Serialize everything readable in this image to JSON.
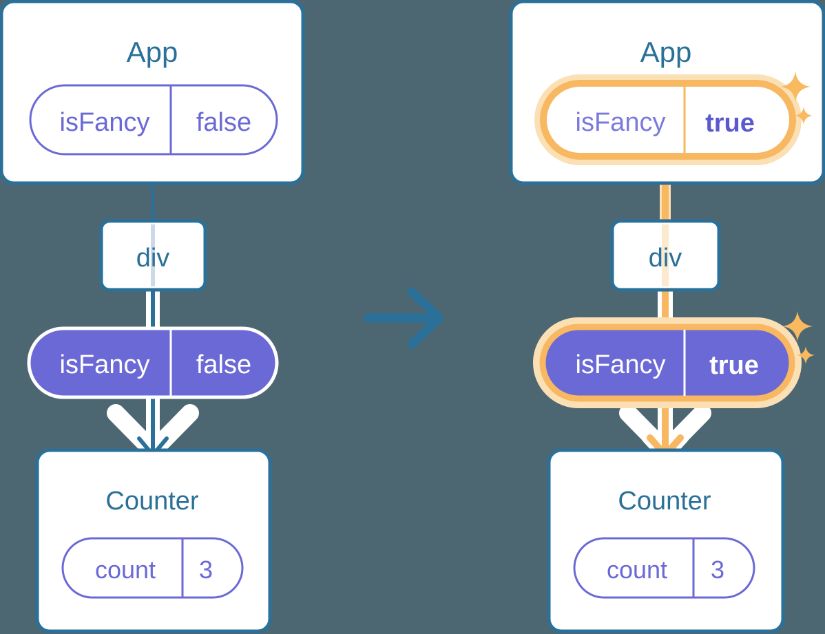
{
  "diagram": {
    "type": "react-state-propagation",
    "background_color": "#4d6772",
    "transition_arrow": "arrow-right-icon",
    "colors": {
      "box_border_blue": "#2b7099",
      "title_blue": "#2b7099",
      "pill_purple": "#6b69d6",
      "pill_stroke_purple": "#6b69d6",
      "highlight_orange": "#f8b862",
      "highlight_glow": "#fbe0b6",
      "white": "#ffffff",
      "sparkle": "#f9b95e"
    },
    "panels": [
      {
        "id": "before",
        "name": "before-state",
        "app": {
          "title": "App",
          "prop": {
            "name": "isFancy",
            "value": "false",
            "highlighted": false,
            "filled": false
          }
        },
        "div": {
          "label": "div"
        },
        "passed_prop": {
          "name": "isFancy",
          "value": "false",
          "highlighted": false,
          "filled": true
        },
        "counter": {
          "title": "Counter",
          "state": {
            "name": "count",
            "value": "3",
            "highlighted": false,
            "filled": false
          }
        },
        "sparkles": false
      },
      {
        "id": "after",
        "name": "after-state",
        "app": {
          "title": "App",
          "prop": {
            "name": "isFancy",
            "value": "true",
            "highlighted": true,
            "filled": false
          }
        },
        "div": {
          "label": "div"
        },
        "passed_prop": {
          "name": "isFancy",
          "value": "true",
          "highlighted": true,
          "filled": true
        },
        "counter": {
          "title": "Counter",
          "state": {
            "name": "count",
            "value": "3",
            "highlighted": false,
            "filled": false
          }
        },
        "sparkles": true
      }
    ]
  },
  "left": {
    "app_title": "App",
    "prop_name": "isFancy",
    "prop_value": "false",
    "div_label": "div",
    "pill_name": "isFancy",
    "pill_value": "false",
    "counter_title": "Counter",
    "count_name": "count",
    "count_value": "3"
  },
  "right": {
    "app_title": "App",
    "prop_name": "isFancy",
    "prop_value": "true",
    "div_label": "div",
    "pill_name": "isFancy",
    "pill_value": "true",
    "counter_title": "Counter",
    "count_name": "count",
    "count_value": "3"
  },
  "center": {
    "arrow_icon": "arrow-right-icon"
  }
}
